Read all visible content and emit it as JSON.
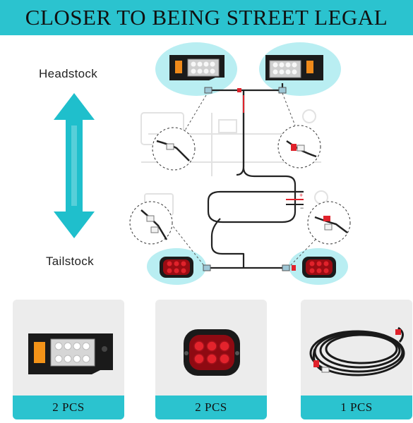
{
  "banner": {
    "title": "CLOSER TO BEING STREET LEGAL"
  },
  "diagram": {
    "head_label": "Headstock",
    "tail_label": "Tailstock"
  },
  "products": [
    {
      "count": "2 PCS",
      "item_icon": "headlight-icon"
    },
    {
      "count": "2 PCS",
      "item_icon": "taillight-icon"
    },
    {
      "count": "1 PCS",
      "item_icon": "wire-harness-icon"
    }
  ],
  "colors": {
    "accent": "#2bc3cf",
    "light_teal": "#b9eef2",
    "card_bg": "#ececec",
    "tail_red": "#d0121d"
  }
}
